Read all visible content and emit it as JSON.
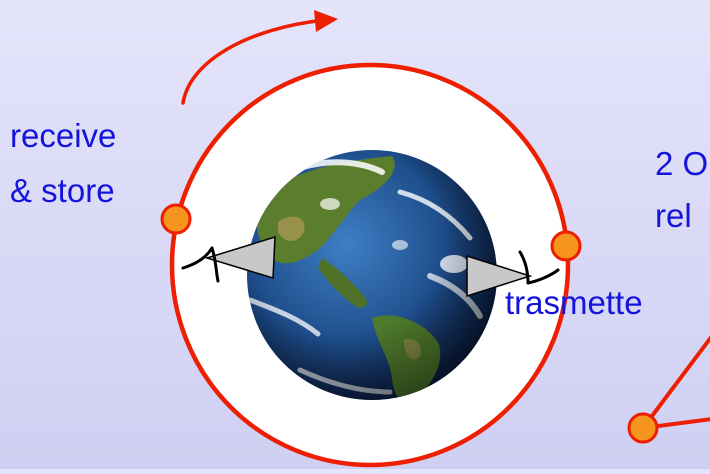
{
  "labels": {
    "receive_line1": "receive",
    "receive_line2": "& store",
    "right_line1": "2 O",
    "right_line2": "rel",
    "transmit": "trasmette"
  },
  "colors": {
    "background": "#d9d9f7",
    "orbit": "#ee1e00",
    "satellite": "#f7941e",
    "text": "#1414dc",
    "antenna": "#c8c8c8",
    "earth_ocean": "#1e4e8c",
    "earth_land": "#4a7a2a"
  },
  "icons": {
    "orbit_direction": "curved-arrow-icon",
    "satellite": "satellite-dot-icon",
    "ground_station": "antenna-dish-icon"
  }
}
